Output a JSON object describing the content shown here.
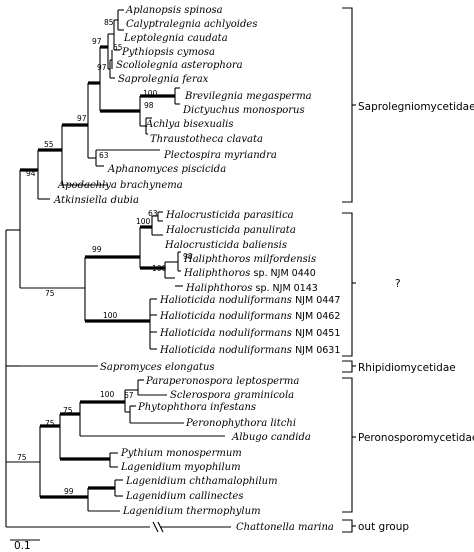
{
  "taxa": [
    {
      "genus": "Aplanopsis",
      "epithet": "spinosa",
      "strain": ""
    },
    {
      "genus": "Calyptralegnia",
      "epithet": "achlyoides",
      "strain": ""
    },
    {
      "genus": "Leptolegnia",
      "epithet": "caudata",
      "strain": ""
    },
    {
      "genus": "Pythiopsis",
      "epithet": "cymosa",
      "strain": ""
    },
    {
      "genus": "Scoliolegnia",
      "epithet": "asterophora",
      "strain": ""
    },
    {
      "genus": "Saprolegnia",
      "epithet": "ferax",
      "strain": ""
    },
    {
      "genus": "Brevilegnia",
      "epithet": "megasperma",
      "strain": ""
    },
    {
      "genus": "Dictyuchus",
      "epithet": "monosporus",
      "strain": ""
    },
    {
      "genus": "Achlya",
      "epithet": "bisexualis",
      "strain": ""
    },
    {
      "genus": "Thraustotheca",
      "epithet": "clavata",
      "strain": ""
    },
    {
      "genus": "Plectospira",
      "epithet": "myriandra",
      "strain": ""
    },
    {
      "genus": "Aphanomyces",
      "epithet": "piscicida",
      "strain": ""
    },
    {
      "genus": "Apodachlya",
      "epithet": "brachynema",
      "strain": ""
    },
    {
      "genus": "Atkinsiella",
      "epithet": "dubia",
      "strain": ""
    },
    {
      "genus": "Halocrusticida",
      "epithet": "parasitica",
      "strain": ""
    },
    {
      "genus": "Halocrusticida",
      "epithet": "panulirata",
      "strain": ""
    },
    {
      "genus": "Halocrusticida",
      "epithet": "baliensis",
      "strain": ""
    },
    {
      "genus": "Haliphthoros",
      "epithet": "milfordensis",
      "strain": ""
    },
    {
      "genus": "Haliphthoros",
      "epithet": "",
      "strain": "sp. NJM 0440"
    },
    {
      "genus": "Haliphthoros",
      "epithet": "",
      "strain": "sp. NJM 0143"
    },
    {
      "genus": "Halioticida",
      "epithet": "noduliformans",
      "strain": "NJM 0447"
    },
    {
      "genus": "Halioticida",
      "epithet": "noduliformans",
      "strain": "NJM 0462"
    },
    {
      "genus": "Halioticida",
      "epithet": "noduliformans",
      "strain": "NJM 0451"
    },
    {
      "genus": "Halioticida",
      "epithet": "noduliformans",
      "strain": "NJM 0631"
    },
    {
      "genus": "Sapromyces",
      "epithet": "elongatus",
      "strain": ""
    },
    {
      "genus": "Paraperonospora",
      "epithet": "leptosperma",
      "strain": ""
    },
    {
      "genus": "Sclerospora",
      "epithet": "graminicola",
      "strain": ""
    },
    {
      "genus": "Phytophthora",
      "epithet": "infestans",
      "strain": ""
    },
    {
      "genus": "Peronophythora",
      "epithet": "litchi",
      "strain": ""
    },
    {
      "genus": "Albugo",
      "epithet": "candida",
      "strain": ""
    },
    {
      "genus": "Pythium",
      "epithet": "monospermum",
      "strain": ""
    },
    {
      "genus": "Lagenidium",
      "epithet": "myophilum",
      "strain": ""
    },
    {
      "genus": "Lagenidium",
      "epithet": "chthamalophilum",
      "strain": ""
    },
    {
      "genus": "Lagenidium",
      "epithet": "callinectes",
      "strain": ""
    },
    {
      "genus": "Lagenidium",
      "epithet": "thermophylum",
      "strain": ""
    },
    {
      "genus": "Chattonella",
      "epithet": "marina",
      "strain": ""
    }
  ],
  "bootstrap": [
    "85",
    "97",
    "55",
    "97",
    "100",
    "98",
    "97",
    "63",
    "55",
    "94",
    "63",
    "100",
    "99",
    "98",
    "100",
    "75",
    "100",
    "100",
    "67",
    "75",
    "75",
    "75",
    "99"
  ],
  "groups": {
    "saprolegniomycetidae": "Saprolegniomycetidae",
    "unknown": "?",
    "rhipidiomycetidae": "Rhipidiomycetidae",
    "peronosporomycetidae": "Peronosporomycetidae",
    "outgroup": "out group"
  },
  "scale_label": "0.1"
}
